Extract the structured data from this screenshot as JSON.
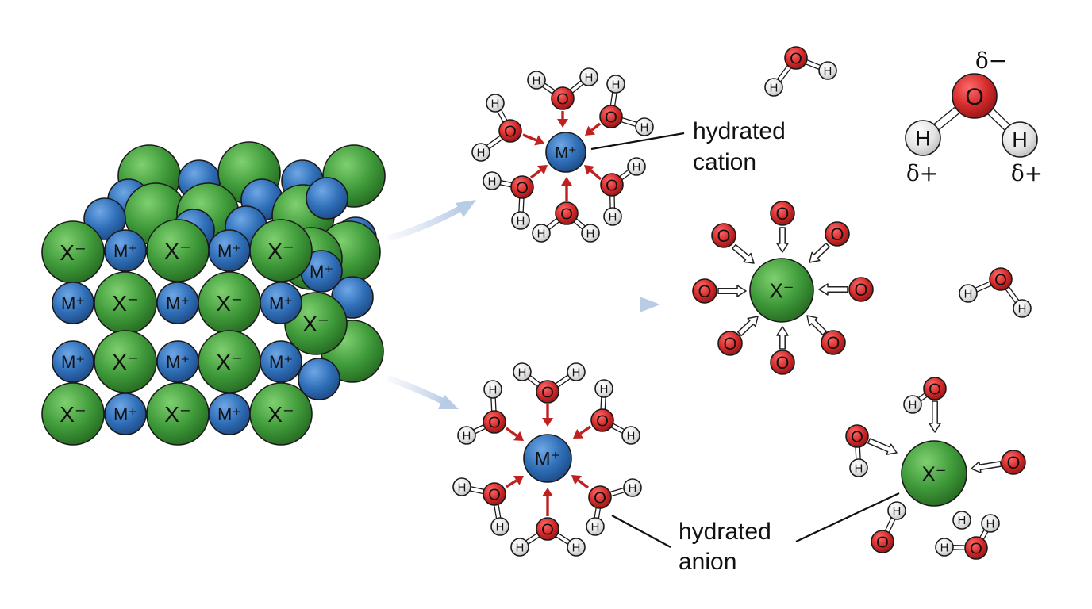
{
  "labels": {
    "cation": "M⁺",
    "anion": "X⁻",
    "hydrogen": "H",
    "oxygen": "O",
    "hydrated_cation_line1": "hydrated",
    "hydrated_cation_line2": "cation",
    "hydrated_anion_line1": "hydrated",
    "hydrated_anion_line2": "anion",
    "delta_minus": "δ−",
    "delta_plus": "δ+"
  },
  "colors": {
    "cation_blue": "#2f6fb8",
    "anion_green": "#3f9a3a",
    "oxygen_red": "#d42a2a",
    "hydrogen_grey": "#e4e4e4",
    "arrow_red": "#c0201e",
    "flow_arrow": "#c9d8ec"
  }
}
